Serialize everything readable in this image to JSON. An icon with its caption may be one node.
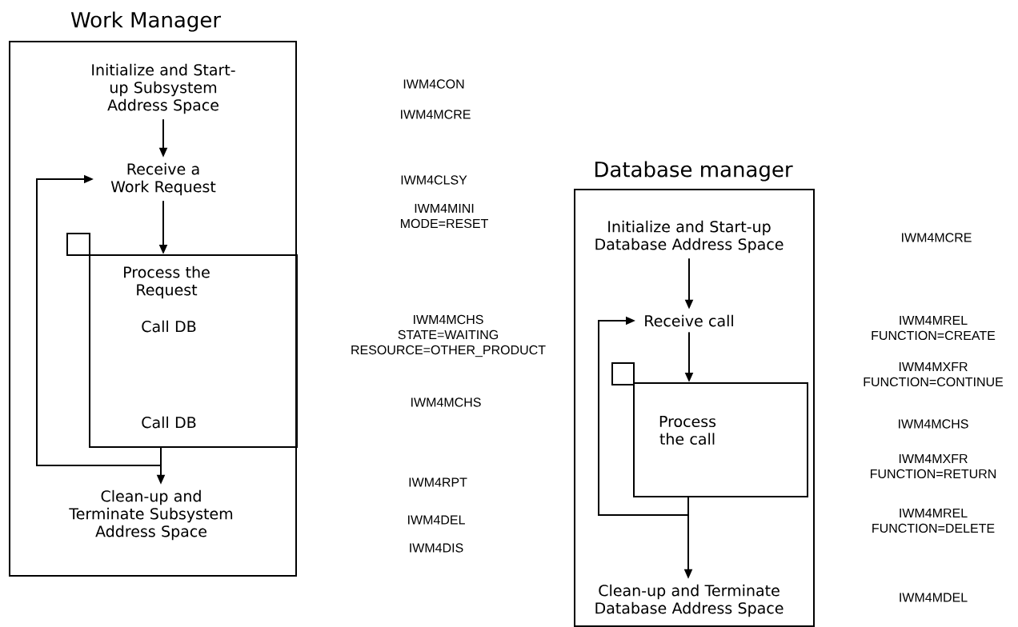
{
  "diagram": {
    "nodes": [
      {
        "text": [
          "Work Manager"
        ]
      },
      {
        "text": [
          "Initialize and Start-up Subsystem Address Space"
        ],
        "in": 0
      },
      {
        "text": [
          "Receive a Work Request"
        ],
        "in": 0
      },
      {
        "text": [
          "Process the Request",
          "Call DB",
          "Call DB"
        ],
        "in": 0
      },
      {
        "text": [
          "Clean-up and Terminate Subsystem Address Space"
        ],
        "in": 0
      },
      {
        "text": [
          "Database manager"
        ]
      },
      {
        "text": [
          "Initialize and Start-up Database Address Space"
        ],
        "in": 5
      },
      {
        "text": [
          "Receive call"
        ],
        "in": 5
      },
      {
        "text": [
          "Process the call"
        ],
        "in": 5
      },
      {
        "text": [
          "Clean-up and Terminate Database Address Space"
        ],
        "in": 5
      }
    ],
    "edges": [
      {
        "from": 1,
        "to": 2,
        "arrow": "to"
      },
      {
        "from": 2,
        "to": 3,
        "arrow": "to"
      },
      {
        "from": 3,
        "to": 4,
        "arrow": "to"
      },
      {
        "from": 3,
        "to": 2,
        "arrow": "to"
      },
      {
        "from": 6,
        "to": 7,
        "arrow": "to"
      },
      {
        "from": 7,
        "to": 8,
        "arrow": "to"
      },
      {
        "from": 8,
        "to": 9,
        "arrow": "to"
      },
      {
        "from": 8,
        "to": 7,
        "arrow": "to"
      }
    ],
    "labels": [
      "IWM4CON",
      "IWM4MCRE",
      "IWM4CLSY",
      "IWM4MINI MODE=RESET",
      "IWM4MCHS STATE=WAITING RESOURCE=OTHER_PRODUCT",
      "IWM4MCHS",
      "IWM4RPT",
      "IWM4DEL",
      "IWM4DIS",
      "IWM4MCRE",
      "IWM4MREL FUNCTION=CREATE",
      "IWM4MXFR FUNCTION=CONTINUE",
      "IWM4MCHS",
      "IWM4MXFR FUNCTION=RETURN",
      "IWM4MREL FUNCTION=DELETE",
      "IWM4MDEL"
    ]
  }
}
